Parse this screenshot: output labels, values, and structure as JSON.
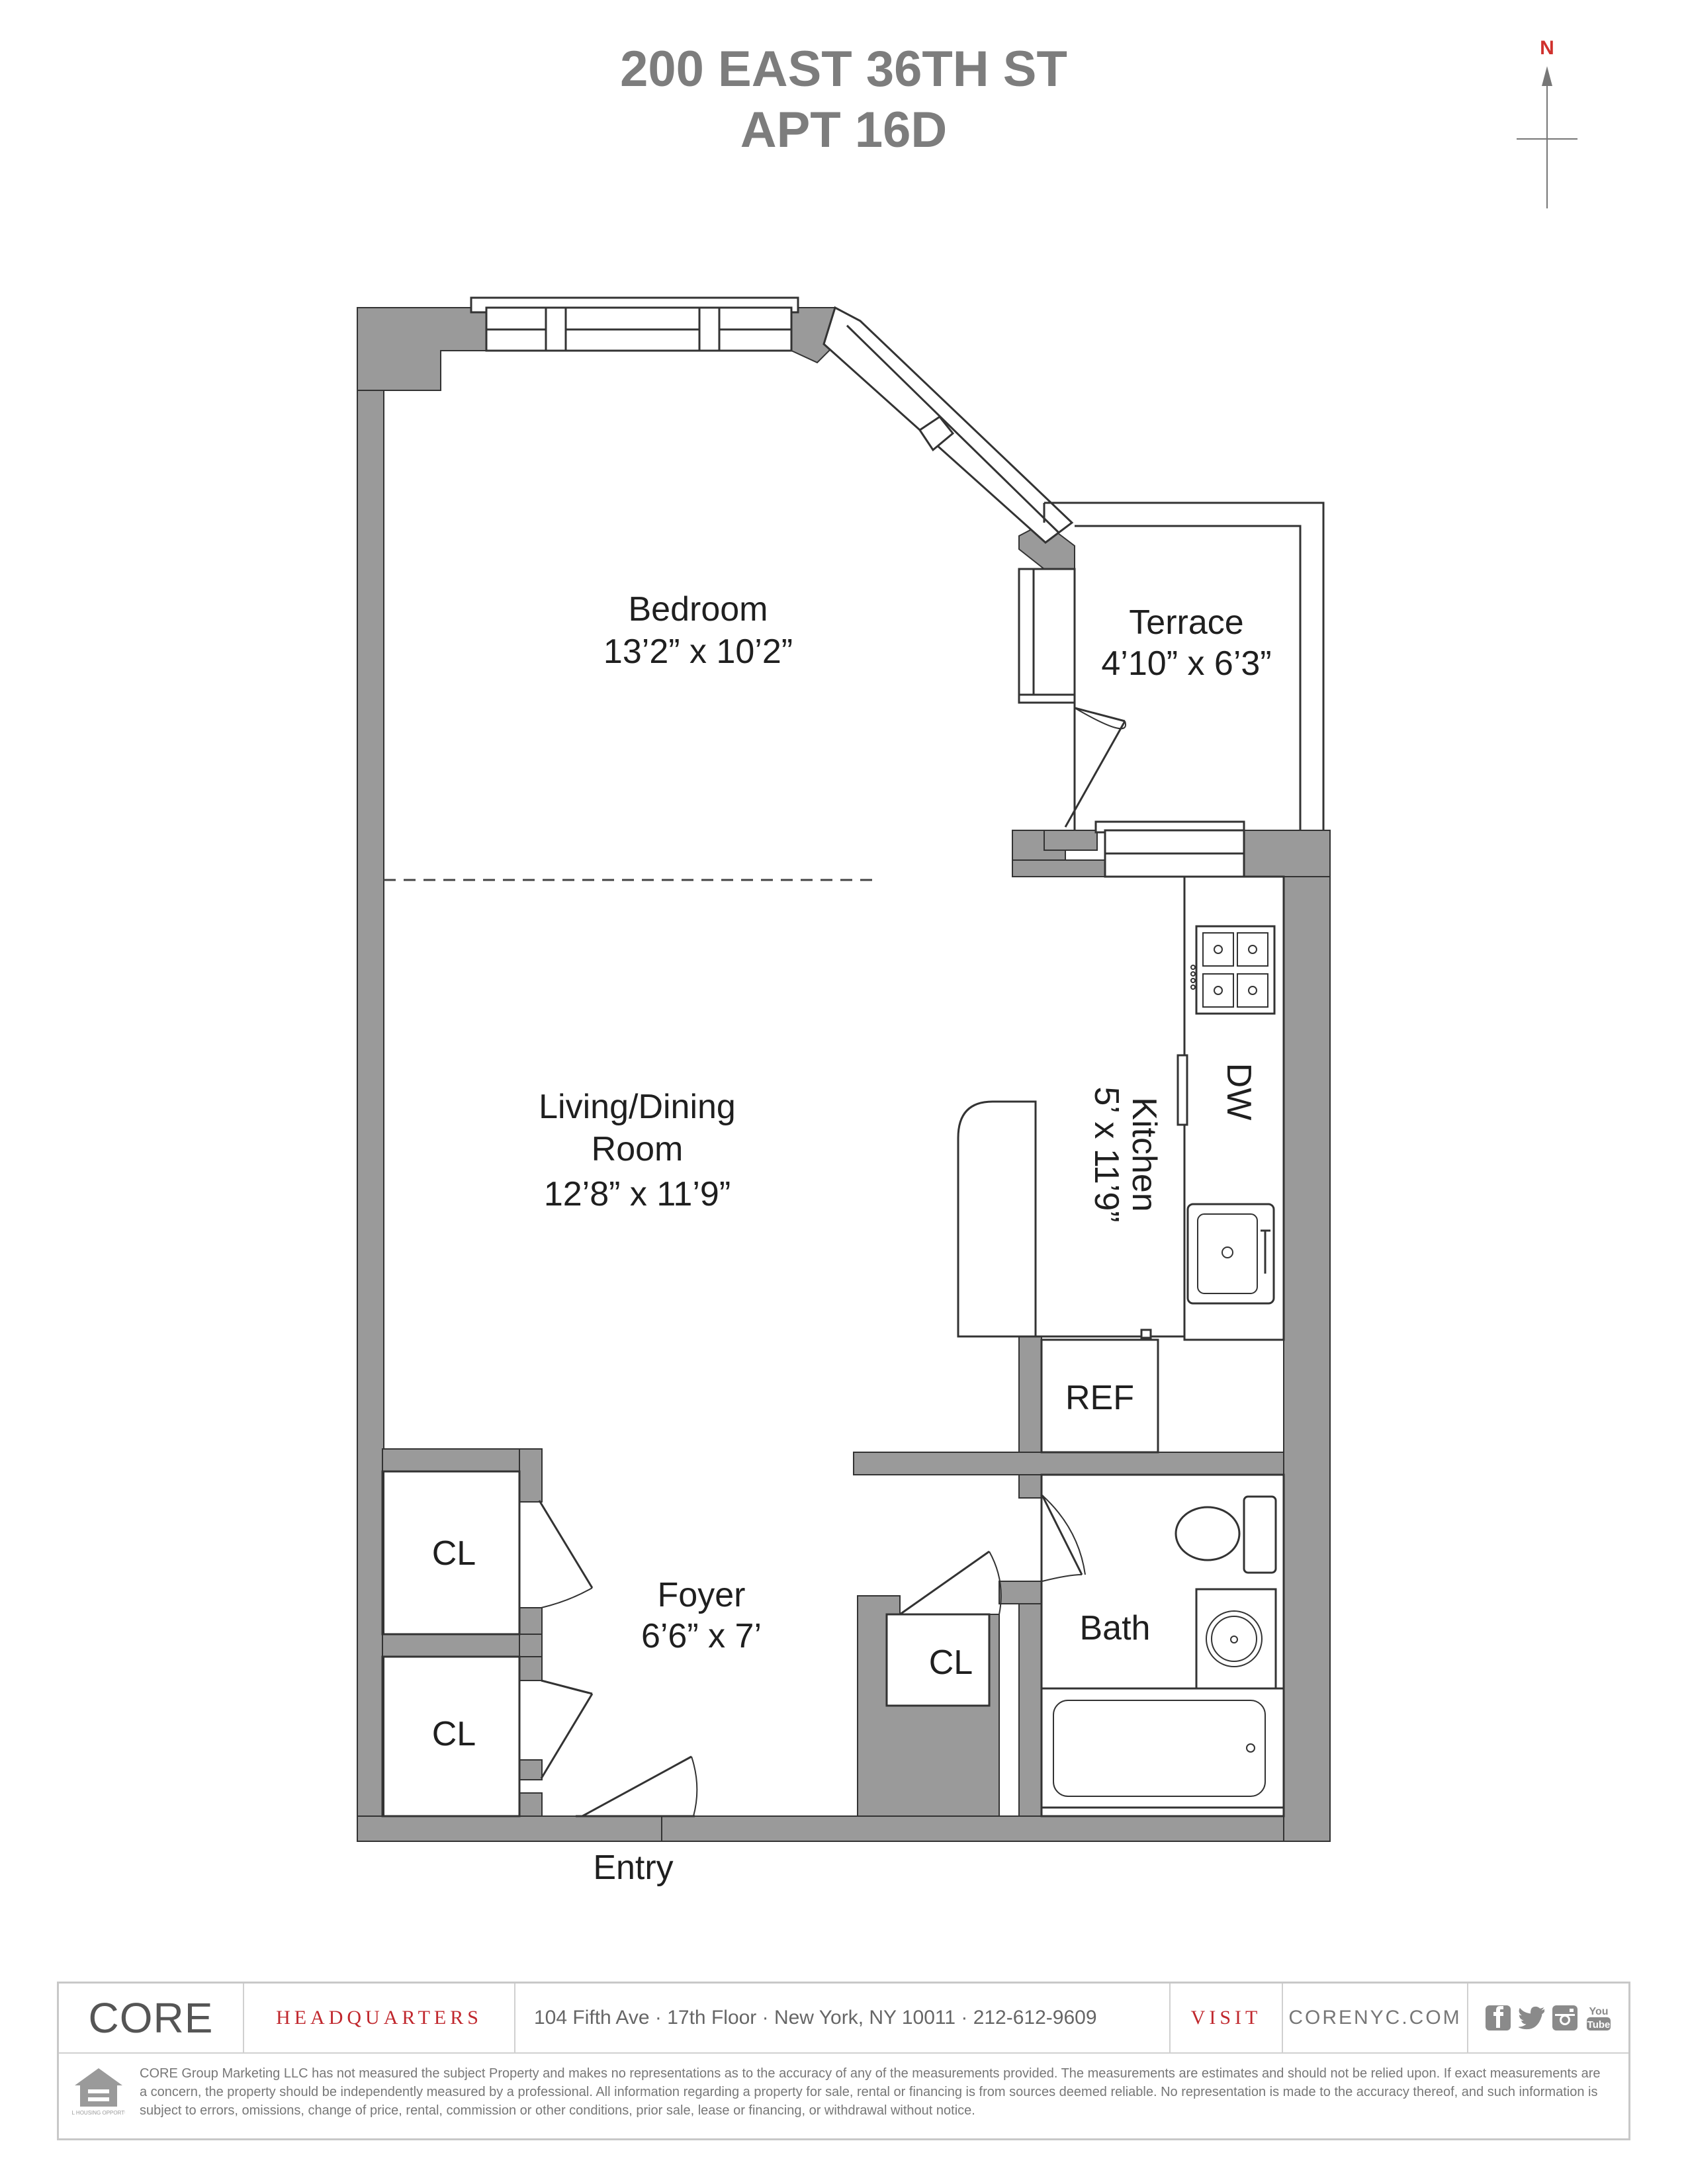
{
  "header": {
    "address_line1": "200 EAST 36TH ST",
    "address_line2": "APT 16D"
  },
  "compass": {
    "label": "N",
    "color": "#d0312d"
  },
  "rooms": {
    "bedroom": {
      "name": "Bedroom",
      "dims": "13’2” x 10’2”"
    },
    "terrace": {
      "name": "Terrace",
      "dims": "4’10” x 6’3”"
    },
    "living": {
      "name_line1": "Living/Dining",
      "name_line2": "Room",
      "dims": "12’8” x 11’9”"
    },
    "kitchen": {
      "name": "Kitchen",
      "dims": "5’ x 11’9”"
    },
    "dw": "DW",
    "ref": "REF",
    "bath": "Bath",
    "foyer": {
      "name": "Foyer",
      "dims": "6’6” x 7’"
    },
    "closet_upper_left": "CL",
    "closet_lower_left": "CL",
    "closet_foyer": "CL",
    "entry": "Entry"
  },
  "colors": {
    "wall": "#9a9a9a",
    "brand_red": "#c0272d",
    "title_gray": "#7d7d7d"
  },
  "footer": {
    "logo": "CORE",
    "headquarters": "HEADQUARTERS",
    "address": "104 Fifth Ave · 17th Floor · New York, NY 10011 · 212-612-9609",
    "visit": "VISIT",
    "website": "CORENYC.COM",
    "social_icons": [
      "facebook-icon",
      "twitter-icon",
      "instagram-icon",
      "youtube-icon"
    ],
    "youtube_line1": "You",
    "youtube_line2": "Tube",
    "eho_icon": "equal-housing-opportunity-icon",
    "eho_label": "EQUAL HOUSING OPPORTUNITY",
    "disclaimer": "CORE Group Marketing LLC has not measured the subject Property and makes no representations as to the accuracy of any of the measurements provided. The measurements are estimates and should not be relied upon. If exact measurements are a concern, the property should be independently measured by a professional. All information regarding a property for sale, rental or financing is from sources deemed reliable. No representation is made to the accuracy thereof, and such information is subject to errors, omissions, change of price, rental, commission or other conditions, prior sale, lease or financing, or withdrawal without notice."
  }
}
